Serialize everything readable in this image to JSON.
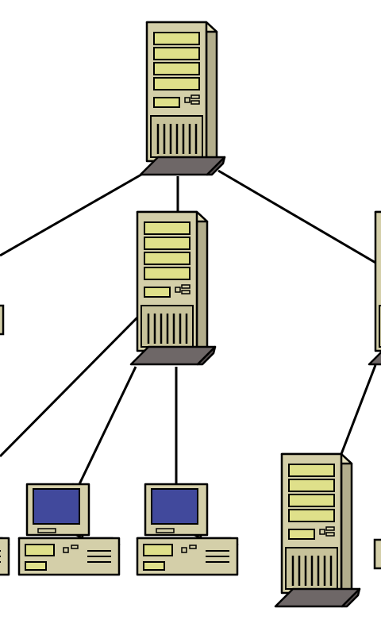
{
  "diagram": {
    "type": "network-topology",
    "background": "#ffffff",
    "colors": {
      "case_fill": "#d4cfa9",
      "case_stroke": "#000000",
      "bay_fill": "#dfe08a",
      "grille_fill": "#c7c29a",
      "base_fill": "#6e6767",
      "screen_fill": "#41499c",
      "link_stroke": "#000000"
    },
    "nodes": [
      {
        "id": "server-top",
        "kind": "server-tower",
        "icon": "server-icon",
        "visible": "full"
      },
      {
        "id": "server-middle",
        "kind": "server-tower",
        "icon": "server-icon",
        "visible": "full"
      },
      {
        "id": "server-right",
        "kind": "server-tower",
        "icon": "server-icon",
        "visible": "partial-right-edge"
      },
      {
        "id": "node-left",
        "kind": "unknown",
        "icon": "device-icon",
        "visible": "partial-left-edge"
      },
      {
        "id": "workstation-left",
        "kind": "workstation",
        "icon": "desktop-computer-icon",
        "visible": "full"
      },
      {
        "id": "workstation-right",
        "kind": "workstation",
        "icon": "desktop-computer-icon",
        "visible": "full"
      },
      {
        "id": "server-bottom-right",
        "kind": "server-tower",
        "icon": "server-icon",
        "visible": "full"
      },
      {
        "id": "workstation-far-left",
        "kind": "workstation",
        "icon": "desktop-computer-icon",
        "visible": "partial-left-edge"
      },
      {
        "id": "device-far-right",
        "kind": "unknown",
        "icon": "device-icon",
        "visible": "partial-right-edge"
      }
    ],
    "links": [
      {
        "from": "server-top",
        "to": "node-left"
      },
      {
        "from": "server-top",
        "to": "server-middle"
      },
      {
        "from": "server-top",
        "to": "server-right"
      },
      {
        "from": "server-middle",
        "to": "workstation-far-left"
      },
      {
        "from": "server-middle",
        "to": "workstation-left"
      },
      {
        "from": "server-middle",
        "to": "workstation-right"
      },
      {
        "from": "server-right",
        "to": "server-bottom-right"
      }
    ]
  }
}
